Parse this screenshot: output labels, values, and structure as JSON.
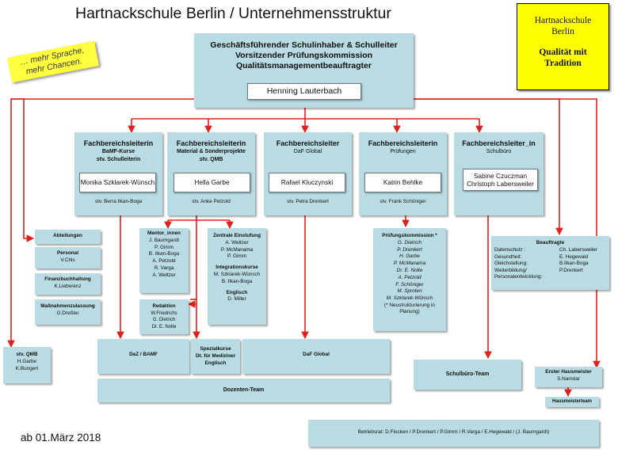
{
  "title": "Hartnackschule Berlin / Unternehmensstruktur",
  "slogan": "… mehr Sprache, mehr Chancen.",
  "quality_box": {
    "line1": "Hartnackschule Berlin",
    "line2": "Qualität mit Tradition"
  },
  "top": {
    "line1": "Geschäftsführender  Schulinhaber & Schulleiter",
    "line2": "Vorsitzender  Prüfungskommission",
    "line3": "Qualitätsmanagementbeauftragter",
    "name": "Henning Lauterbach"
  },
  "departments": [
    {
      "title": "Fachbereichsleiterin",
      "sub1": "BaMF-Kurse",
      "sub2": "stv. Schulleiterin",
      "name": "Monika Szklarek-Wünsch",
      "deputy": "stv. Berra Ilkan-Boga"
    },
    {
      "title": "Fachbereichsleiterin",
      "sub1": "Material & Sonderprojekte",
      "sub2": "stv. QMB",
      "name": "Hella Garbe",
      "deputy": "stv. Anke Petzold"
    },
    {
      "title": "Fachbereichsleiter",
      "sub1": "DaF Global",
      "sub2": "",
      "name": "Rafael Kluczynski",
      "deputy": "stv. Petra Drenkert"
    },
    {
      "title": "Fachbereichsleiterin",
      "sub1": "Prüfungen",
      "sub2": "",
      "name": "Katrin Behlke",
      "deputy": "stv.  Frank Schöniger"
    },
    {
      "title": "Fachbereichsleiter_in",
      "sub1": "Schulbüro",
      "sub2": "",
      "name": "Sabine Czuczman Christoph Labersweiler",
      "deputy": ""
    }
  ],
  "left_boxes": {
    "abteilungen": "Abteilungen",
    "personal": {
      "title": "Personal",
      "name": "V.Chis"
    },
    "finanz": {
      "title": "Finanzbuchhaltung",
      "name": "K.Lieberenz"
    },
    "massnahmen": {
      "title": "Maßnahmenzulassung",
      "name": "G.Dreßler"
    },
    "qmb": {
      "title": "stv. QMB",
      "names": [
        "H.Garbe",
        "K.Bungert"
      ]
    }
  },
  "mentor": {
    "title": "Mentor_innen",
    "names": [
      "J. Baumgardt",
      "P. Gimm",
      "B. Ilkan-Boga",
      "A. Petzold",
      "R. Varga",
      "A. Weltzer"
    ]
  },
  "redaktion": {
    "title": "Redaktion",
    "names": [
      "W.Friedrichs",
      "G. Dietrich",
      "Dr. E. Nolte"
    ]
  },
  "zentrale": {
    "title": "Zentrale Einstufung",
    "names": [
      "A. Weltzer",
      "P. McManama",
      "P. Gimm"
    ],
    "integration_title": "Integrationskurse",
    "integration_names": [
      "M. Szklarek-Wünsch",
      "B. Ilkan-Boga"
    ],
    "englisch_title": "Englisch",
    "englisch_names": [
      "D. Miller"
    ]
  },
  "pruefung": {
    "title": "Prüfungskommission *",
    "names": [
      "G. Dietrich",
      "P. Drenkert",
      "H. Garbe",
      "P. McManama",
      "Dr. E. Nolte",
      "A. Petzold",
      "F. Schöniger",
      "M. Sproten",
      "M. Szklarek-Wünsch"
    ],
    "note": "(* Neustrukturierung in Planung)"
  },
  "beauftragte": {
    "title": "Beauftragte",
    "rows": [
      {
        "role": "Datenschutz :",
        "name": "Ch. Labersweiler"
      },
      {
        "role": "Gesundheit:",
        "name": "E. Hegewald"
      },
      {
        "role": "Gleichstellung:",
        "name": "B.Ilkan-Boga"
      },
      {
        "role": "Weiterbildung/ Personalentwicklung:",
        "name": "P.Drenkert"
      }
    ]
  },
  "daz": "DaZ / BAMF",
  "spezial": {
    "line1": "Spezialkurse",
    "line2": "Dt. für Mediziner",
    "line3": "Englisch"
  },
  "daf": "DaF Global",
  "dozenten": "Dozenten-Team",
  "schulbuero_team": "Schulbüro-Team",
  "hausmeister": {
    "title": "Erster Hausmeister",
    "name": "S.Namdar",
    "team": "Hausmeisterteam"
  },
  "betriebsrat": "Betriebsrat: D.Flocken / P.Drenkert / P.Gimm / R.Varga / E.Hegewald / (J. Baumgardt)",
  "date": "ab 01.März  2018",
  "colors": {
    "box": "#b9dbe3",
    "line": "#e0201b",
    "yellow": "#ffff00",
    "slogan": "#ffff40"
  }
}
